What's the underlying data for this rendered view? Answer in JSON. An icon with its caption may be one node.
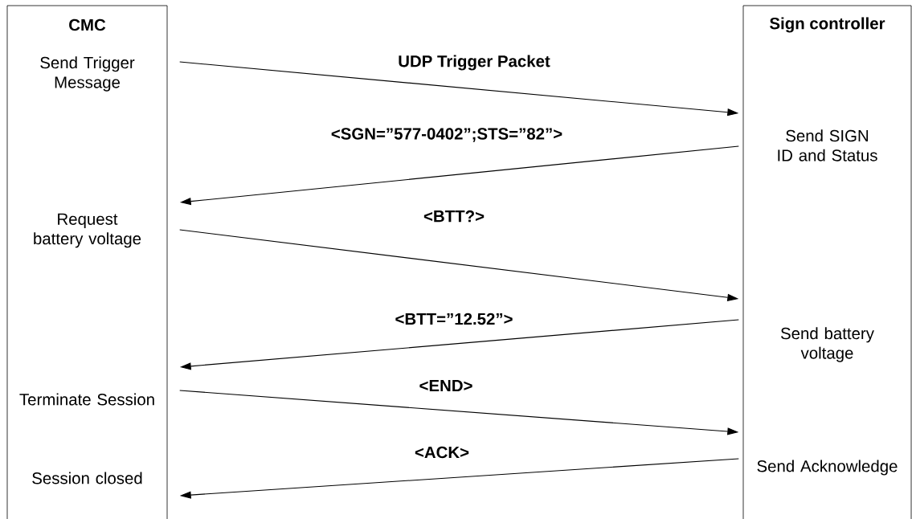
{
  "diagram": {
    "nodes": [
      {
        "text": [
          "CMC"
        ]
      },
      {
        "text": [
          "Send Trigger Message"
        ],
        "in": 0
      },
      {
        "text": [
          "Request battery voltage"
        ],
        "in": 0
      },
      {
        "text": [
          "Terminate Session"
        ],
        "in": 0
      },
      {
        "text": [
          "Session closed"
        ],
        "in": 0
      },
      {
        "text": [
          "Sign controller"
        ]
      },
      {
        "text": [
          "Send SIGN ID and Status"
        ],
        "in": 5
      },
      {
        "text": [
          "Send battery voltage"
        ],
        "in": 5
      },
      {
        "text": [
          "Send Acknowledge"
        ],
        "in": 5
      }
    ],
    "edges": [
      {
        "from": 1,
        "to": 6,
        "arrow": "to",
        "label": "UDP Trigger Packet"
      },
      {
        "from": 6,
        "to": 2,
        "arrow": "to",
        "label": "<SGN=”577-0402”;STS=”82”>"
      },
      {
        "from": 2,
        "to": 7,
        "arrow": "to",
        "label": "<BTT?>"
      },
      {
        "from": 7,
        "to": 3,
        "arrow": "to",
        "label": "<BTT=”12.52”>"
      },
      {
        "from": 3,
        "to": 8,
        "arrow": "to",
        "label": "<END>"
      },
      {
        "from": 8,
        "to": 4,
        "arrow": "to",
        "label": "<ACK>"
      }
    ]
  }
}
